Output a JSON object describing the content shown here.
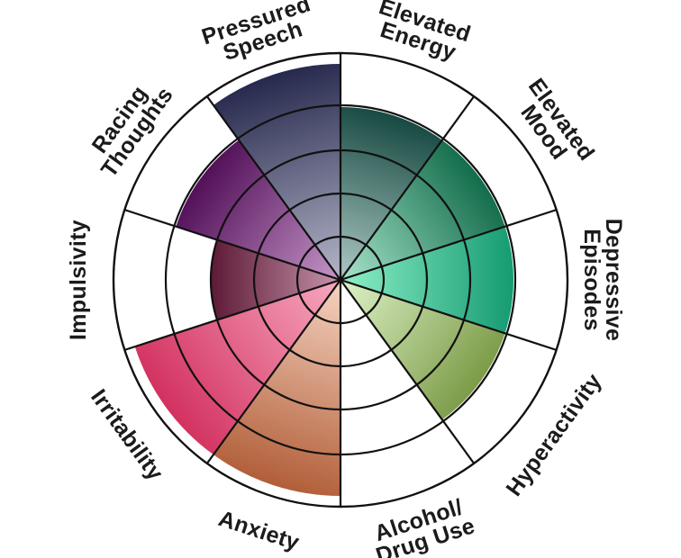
{
  "wheel": {
    "max_level": 5,
    "categories": [
      {
        "id": "elevated-energy",
        "lines": [
          "Elevated",
          "Energy"
        ],
        "level": 4,
        "color_outer": "#14473f",
        "color_inner": "#aec9c5"
      },
      {
        "id": "elevated-mood",
        "lines": [
          "Elevated",
          "Mood"
        ],
        "level": 4,
        "color_outer": "#0f6a48",
        "color_inner": "#a8e4cc"
      },
      {
        "id": "depressive-episodes",
        "lines": [
          "Depressive",
          "Episodes"
        ],
        "level": 4,
        "color_outer": "#139970",
        "color_inner": "#8ef0c8"
      },
      {
        "id": "hyperactivity",
        "lines": [
          "Hyperactivity"
        ],
        "level": 4,
        "color_outer": "#7a9a45",
        "color_inner": "#def2c8"
      },
      {
        "id": "alcohol-drug-use",
        "lines": [
          "Alcohol/",
          "Drug Use"
        ],
        "level": 0,
        "color_outer": "#ffffff",
        "color_inner": "#ffffff"
      },
      {
        "id": "anxiety",
        "lines": [
          "Anxiety"
        ],
        "level": 5,
        "color_outer": "#b05c36",
        "color_inner": "#f6d4c2"
      },
      {
        "id": "irritability",
        "lines": [
          "Irritability"
        ],
        "level": 5,
        "color_outer": "#d22f5e",
        "color_inner": "#f7a9c0"
      },
      {
        "id": "impulsivity",
        "lines": [
          "Impulsivity"
        ],
        "level": 3,
        "color_outer": "#5b1733",
        "color_inner": "#c694ac"
      },
      {
        "id": "racing-thoughts",
        "lines": [
          "Racing",
          "Thoughts"
        ],
        "level": 4,
        "color_outer": "#500d56",
        "color_inner": "#c596c8"
      },
      {
        "id": "pressured-speech",
        "lines": [
          "Pressured",
          "Speech"
        ],
        "level": 5,
        "color_outer": "#23264a",
        "color_inner": "#b4b6c9"
      }
    ]
  }
}
